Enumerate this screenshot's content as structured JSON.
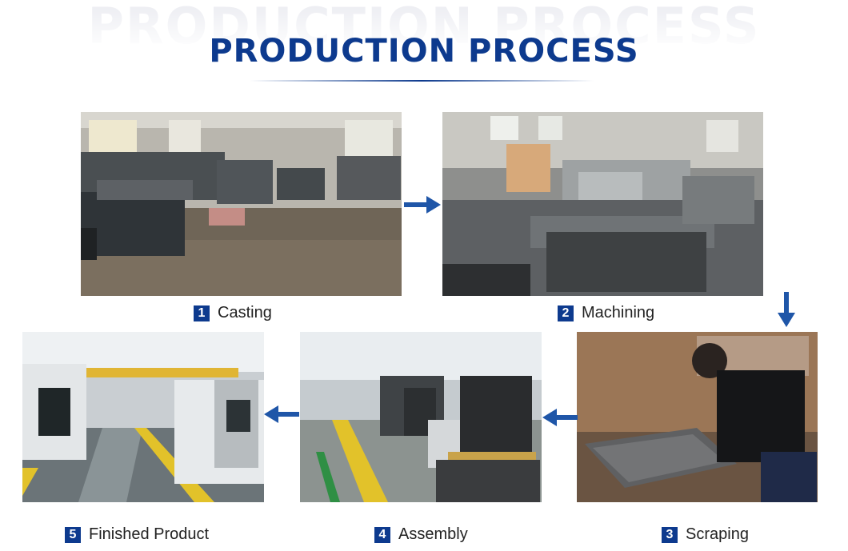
{
  "header": {
    "watermark": "PRODUCTION PROCESS",
    "title": "PRODUCTION PROCESS"
  },
  "steps": [
    {
      "number": "1",
      "label": "Casting"
    },
    {
      "number": "2",
      "label": "Machining"
    },
    {
      "number": "3",
      "label": "Scraping"
    },
    {
      "number": "4",
      "label": "Assembly"
    },
    {
      "number": "5",
      "label": "Finished Product"
    }
  ],
  "colors": {
    "brand_blue": "#0d3a8e",
    "arrow_blue": "#1f56a8"
  },
  "icons": [
    "arrow-right-icon",
    "arrow-down-icon",
    "arrow-left-icon"
  ]
}
